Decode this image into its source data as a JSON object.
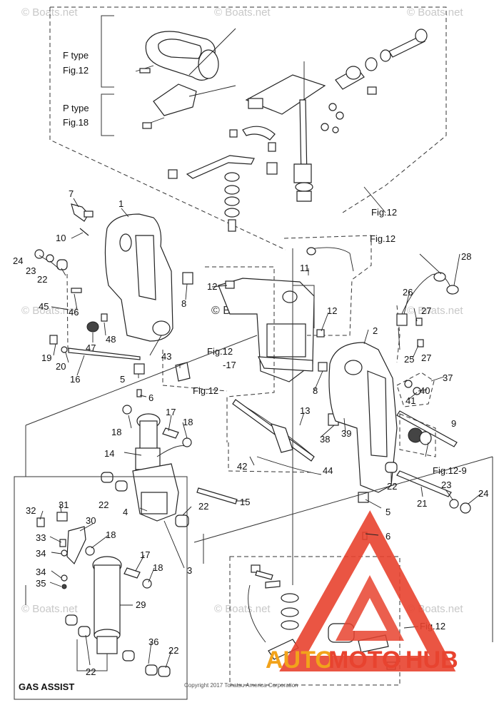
{
  "type_box": {
    "f_type": "F type",
    "f_fig": "Fig.12",
    "p_type": "P type",
    "p_fig": "Fig.18"
  },
  "fig_refs": {
    "fig12_upper": "Fig.12",
    "fig12_link": "Fig.12",
    "fig12_mid": "Fig.12",
    "fig12_bracket": "Fig.12",
    "fig12_9": "Fig.12-9",
    "fig12_lower": "Fig.12",
    "neg17": "-17"
  },
  "gas_assist": "GAS ASSIST",
  "copyright": "Copyright 2017 Tohatsu America Corporation",
  "watermark": "© Boats.net",
  "brand_logo": {
    "text_a": "AUTO",
    "text_b": "MOTO",
    "text_c": "HUB",
    "color_red": "#e8432f",
    "color_orange": "#f2a31b"
  },
  "part_numbers": [
    "1",
    "2",
    "3",
    "4",
    "5",
    "6",
    "7",
    "8",
    "9",
    "10",
    "11",
    "12",
    "13",
    "14",
    "15",
    "16",
    "17",
    "18",
    "19",
    "20",
    "21",
    "22",
    "23",
    "24",
    "25",
    "26",
    "27",
    "28",
    "29",
    "30",
    "31",
    "32",
    "33",
    "34",
    "35",
    "36",
    "37",
    "38",
    "39",
    "40",
    "41",
    "42",
    "43",
    "44",
    "45",
    "46",
    "47",
    "48"
  ]
}
